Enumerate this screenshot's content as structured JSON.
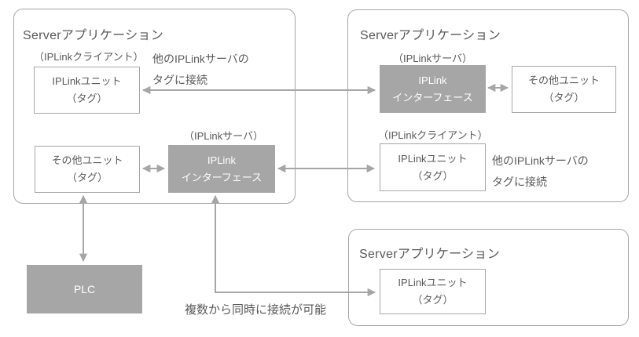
{
  "colors": {
    "accent_gray_fill": "#a6a6a6",
    "border_gray": "#a6a6a6",
    "text_gray": "#595959",
    "arrow_gray": "#a6a6a6",
    "box_text_white": "#ffffff"
  },
  "servers": {
    "top_left": {
      "title": "Serverアプリケーション",
      "client_label": "（IPLinkクライアント）",
      "server_label": "（IPLinkサーバ）",
      "iplink_unit": {
        "line1": "IPLinkユニット",
        "line2": "（タグ）"
      },
      "other_unit": {
        "line1": "その他ユニット",
        "line2": "（タグ）"
      },
      "iplink_interface": {
        "line1": "IPLink",
        "line2": "インターフェース"
      },
      "note": {
        "line1": "他のIPLinkサーバの",
        "line2": "タグに接続"
      }
    },
    "top_right": {
      "title": "Serverアプリケーション",
      "server_label": "（IPLinkサーバ）",
      "client_label": "（IPLinkクライアント）",
      "iplink_interface": {
        "line1": "IPLink",
        "line2": "インターフェース"
      },
      "other_unit": {
        "line1": "その他ユニット",
        "line2": "（タグ）"
      },
      "iplink_unit": {
        "line1": "IPLinkユニット",
        "line2": "（タグ）"
      },
      "note": {
        "line1": "他のIPLinkサーバの",
        "line2": "タグに接続"
      }
    },
    "bottom_right": {
      "title": "Serverアプリケーション",
      "iplink_unit": {
        "line1": "IPLinkユニット",
        "line2": "（タグ）"
      }
    }
  },
  "plc": {
    "label": "PLC"
  },
  "bottom_note": "複数から同時に接続が可能",
  "connections": [
    {
      "from": "top-left iplink-unit",
      "to": "top-right iplink-interface",
      "type": "double-arrow"
    },
    {
      "from": "top-left iplink-interface",
      "to": "top-right iplink-unit",
      "type": "double-arrow"
    },
    {
      "from": "top-left other-unit",
      "to": "top-left iplink-interface",
      "type": "double-arrow"
    },
    {
      "from": "top-right iplink-interface",
      "to": "top-right other-unit",
      "type": "double-arrow"
    },
    {
      "from": "top-left other-unit",
      "to": "plc",
      "type": "double-arrow"
    },
    {
      "from": "top-left iplink-interface",
      "to": "bottom-right iplink-unit",
      "type": "elbow-double-arrow"
    }
  ]
}
